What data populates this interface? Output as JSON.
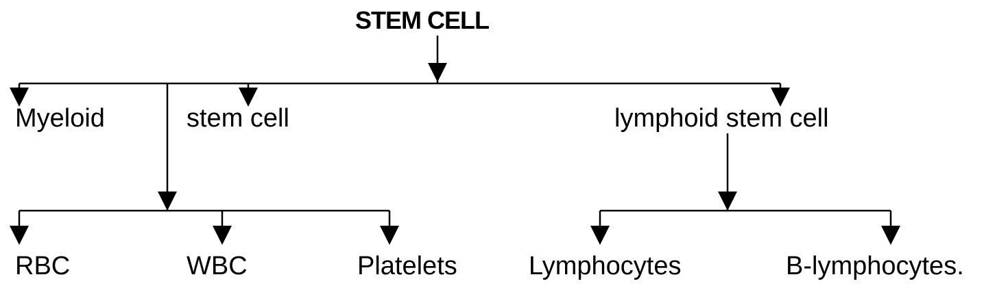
{
  "diagram": {
    "title": "STEM CELL",
    "branches": {
      "myeloid_part1": "Myeloid",
      "myeloid_part2": "stem cell",
      "lymphoid": "lymphoid stem cell"
    },
    "myeloid_children": [
      "RBC",
      "WBC",
      "Platelets"
    ],
    "lymphoid_children": [
      "Lymphocytes",
      "B-lymphocytes."
    ],
    "colors": {
      "line": "#000000",
      "text": "#000000",
      "background": "#ffffff"
    }
  }
}
